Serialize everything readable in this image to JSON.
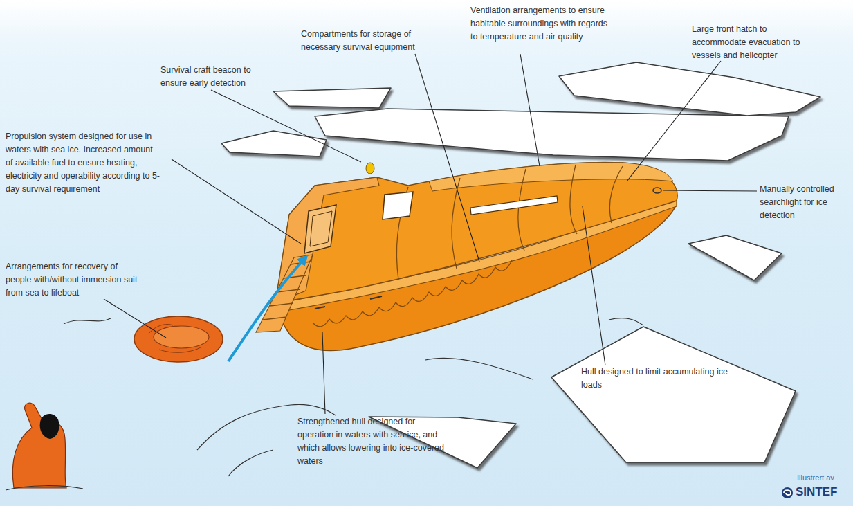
{
  "diagram": {
    "nodes": [
      {
        "text": [
          "Hull designed to limit accumulating ice loads"
        ]
      }
    ],
    "labels": [
      "Ventilation arrangements to ensure habitable surroundings with regards to temperature and air quality",
      "Large front hatch to accommodate evacuation to vessels and helicopter",
      "Compartments for storage of necessary survival equipment",
      "Survival craft beacon to ensure early detection",
      "Propulsion system designed for use in waters with sea ice. Increased amount of available fuel to ensure heating, electricity and operability according to 5-day survival requirement",
      "Manually controlled searchlight for ice detection",
      "Arrangements for recovery of people with/without immersion suit from sea to lifeboat",
      "Strengthened hull designed for operation in waters with sea ice, and which allows lowering into ice-covered waters",
      "Illustrert av",
      "SINTEF"
    ]
  }
}
